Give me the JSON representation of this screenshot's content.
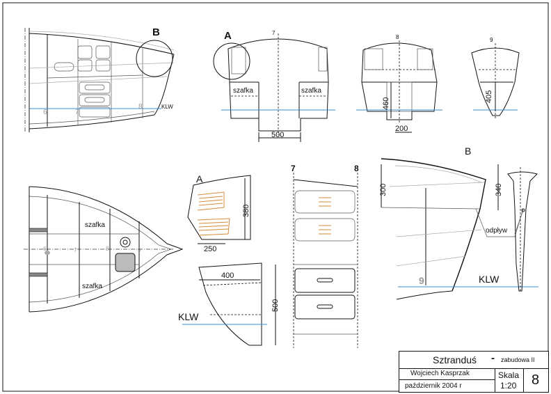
{
  "views": {
    "section_7": {
      "frame_no": "7",
      "locker_left": "szafka",
      "locker_right": "szafka",
      "dim_width": "500",
      "detail_mark": "A"
    },
    "section_8": {
      "frame_no": "8",
      "dim_height": "460",
      "dim_width": "200"
    },
    "section_9": {
      "frame_no": "9",
      "dim_height": "405"
    },
    "side_view": {
      "detail_mark": "B",
      "frame_6": "6",
      "frame_7": "7",
      "frame_8": "8",
      "waterline": "KLW"
    },
    "plan_view": {
      "locker_upper": "szafka",
      "locker_lower": "szafka",
      "frame_6": "6",
      "frame_7": "7",
      "frame_8": "8",
      "frame_9": "9"
    },
    "detail_a_top": {
      "mark": "A",
      "dim_height": "380",
      "dim_width": "250"
    },
    "detail_a_bottom": {
      "dim_width": "400",
      "dim_height": "500",
      "waterline": "KLW"
    },
    "frames_elevation": {
      "frame_left": "7",
      "frame_right": "8"
    },
    "detail_b": {
      "mark": "B",
      "dim_left": "300",
      "dim_right": "340",
      "drain": "odpływ",
      "frame": "9",
      "waterline": "KLW"
    }
  },
  "title_block": {
    "title": "Sztranduś",
    "separator": "-",
    "subtitle": "zabudowa II",
    "author": "Wojciech Kasprzak",
    "date": "październik 2004 r",
    "scale_label": "Skala",
    "scale_value": "1:20",
    "sheet_number": "8"
  },
  "colors": {
    "waterline": "#3b8fd0",
    "shelves": "#d98a3a",
    "hatch": "#999999"
  }
}
